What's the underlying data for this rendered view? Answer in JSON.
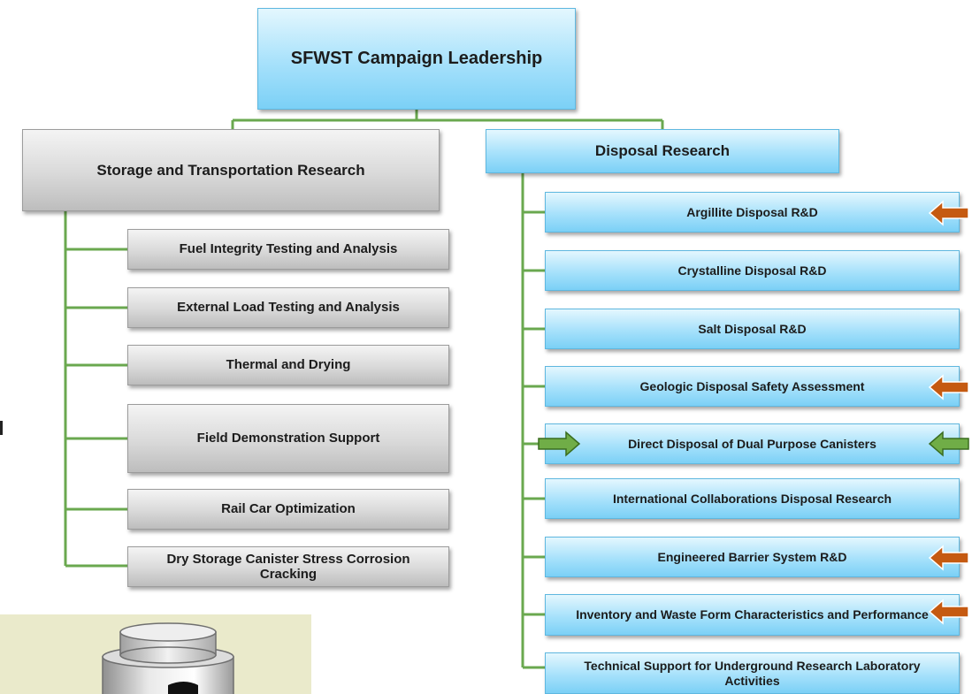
{
  "colors": {
    "connector": "#6aa84f",
    "box_blue_border": "#5fb8e0",
    "box_gray_border": "#9c9c9c",
    "arrow_orange": "#c55a11",
    "arrow_green": "#70ad47"
  },
  "root": {
    "label": "SFWST Campaign Leadership"
  },
  "storage": {
    "label": "Storage and Transportation Research",
    "items": [
      "Fuel Integrity Testing and Analysis",
      "External Load Testing and Analysis",
      "Thermal and Drying",
      "Field Demonstration  Support",
      "Rail Car Optimization",
      "Dry Storage Canister Stress Corrosion Cracking"
    ]
  },
  "disposal": {
    "label": "Disposal Research",
    "items": [
      "Argillite Disposal R&D",
      "Crystalline  Disposal R&D",
      "Salt Disposal R&D",
      "Geologic Disposal  Safety Assessment",
      "Direct Disposal of Dual Purpose Canisters",
      "International Collaborations Disposal Research",
      "Engineered Barrier System  R&D",
      "Inventory and Waste Form Characteristics and Performance",
      "Technical Support for Underground Research Laboratory Activities"
    ]
  },
  "arrows": [
    {
      "item": "Argillite Disposal R&D",
      "color": "orange",
      "direction": "left"
    },
    {
      "item": "Geologic Disposal  Safety Assessment",
      "color": "orange",
      "direction": "left"
    },
    {
      "item": "Direct Disposal of Dual Purpose Canisters",
      "color": "green",
      "direction": "both"
    },
    {
      "item": "Engineered Barrier System  R&D",
      "color": "orange",
      "direction": "left"
    },
    {
      "item": "Inventory and Waste Form Characteristics and Performance",
      "color": "orange",
      "direction": "left"
    }
  ],
  "photo": {
    "description_icon": "canister-photo-icon"
  }
}
